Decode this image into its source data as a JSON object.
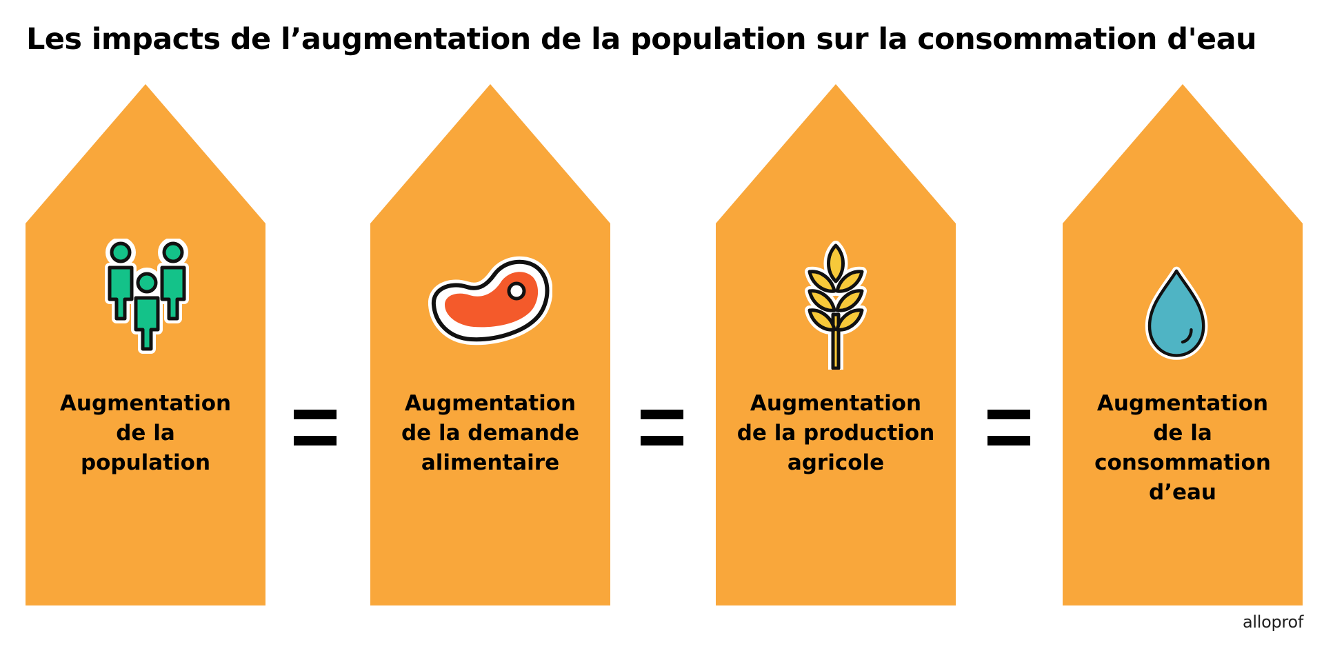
{
  "title": "Les impacts de l’augmentation de la population sur la consommation d'eau",
  "colors": {
    "card_fill": "#f9a73b",
    "people": "#14c289",
    "meat": "#f45a2b",
    "wheat": "#f7c93a",
    "water": "#4fb4c4",
    "outline": "#111111"
  },
  "cards": [
    {
      "icon": "people-icon",
      "label_lines": [
        "Augmentation",
        "de la",
        "population"
      ]
    },
    {
      "icon": "meat-icon",
      "label_lines": [
        "Augmentation",
        "de la demande",
        "alimentaire"
      ]
    },
    {
      "icon": "wheat-icon",
      "label_lines": [
        "Augmentation",
        "de la production",
        "agricole"
      ]
    },
    {
      "icon": "water-drop-icon",
      "label_lines": [
        "Augmentation",
        "de la",
        "consommation",
        "d’eau"
      ]
    }
  ],
  "connector": "equals-sign",
  "brand": "alloprof"
}
